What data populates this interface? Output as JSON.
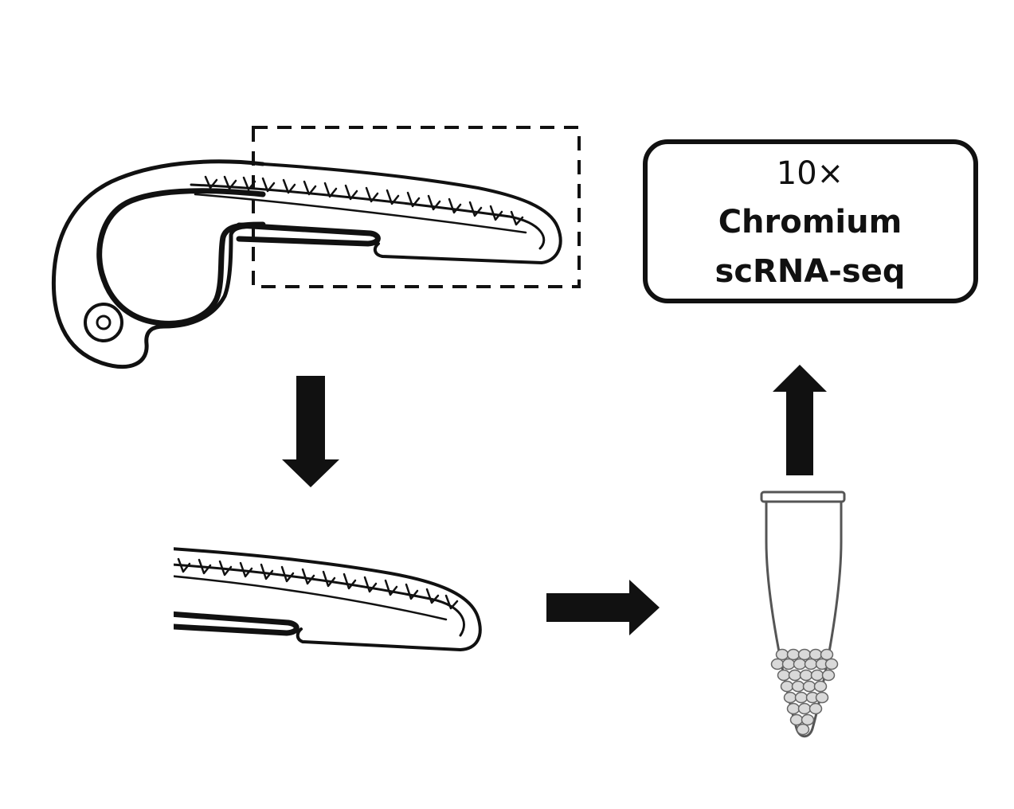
{
  "box": {
    "line1": "10×",
    "line2": "Chromium",
    "line3": "scRNA-seq"
  },
  "colors": {
    "ink": "#111111",
    "background": "#ffffff",
    "cell": "#bdbdbd"
  },
  "icons": [
    "zebrafish-embryo",
    "dissected-tail",
    "cell-tube",
    "arrow"
  ]
}
